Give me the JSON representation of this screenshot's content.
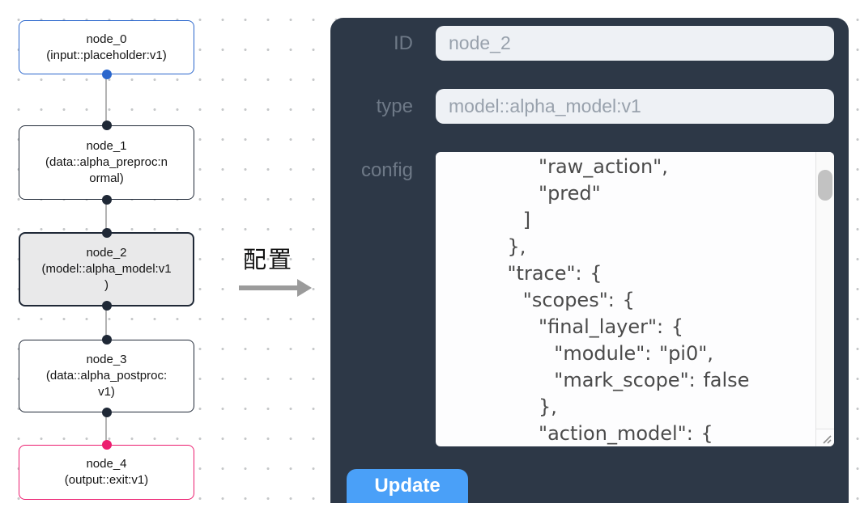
{
  "flow": {
    "nodes": [
      {
        "title": "node_0",
        "subtitle": "(input::placeholder:v1)"
      },
      {
        "title": "node_1",
        "subtitle": "(data::alpha_preproc:n\normal)"
      },
      {
        "title": "node_2",
        "subtitle": "(model::alpha_model:v1\n)",
        "selected": true
      },
      {
        "title": "node_3",
        "subtitle": "(data::alpha_postproc:\nv1)"
      },
      {
        "title": "node_4",
        "subtitle": "(output::exit:v1)"
      }
    ]
  },
  "transfer": {
    "label": "配置"
  },
  "panel": {
    "fields": [
      {
        "label": "ID",
        "value": "node_2"
      },
      {
        "label": "type",
        "value": "model::alpha_model:v1"
      }
    ],
    "config_label": "config",
    "config_text": "        \"raw_action\",\n        \"pred\"\n      ]\n    },\n    \"trace\": {\n      \"scopes\": {\n        \"final_layer\": {\n          \"module\": \"pi0\",\n          \"mark_scope\": false\n        },\n        \"action_model\": {",
    "update_label": "Update"
  },
  "colors": {
    "panel_bg": "#2d3847",
    "input_node_border": "#2a66cc",
    "output_node_border": "#ec1d6f",
    "selected_node_bg": "#e9e9ea",
    "node_border": "#222b39",
    "edge": "#b4b4b4",
    "field_bg": "#eef1f5",
    "update_button_bg": "#4aa0f8"
  }
}
